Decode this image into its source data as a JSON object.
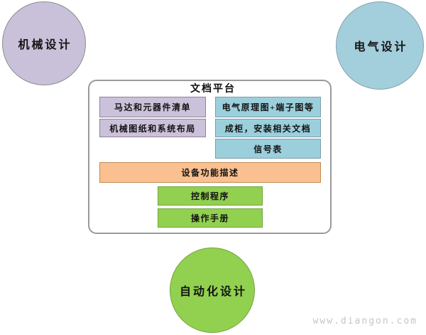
{
  "circles": {
    "mechanical": {
      "label": "机械设计",
      "fill": "#c9c1da"
    },
    "electrical": {
      "label": "电气设计",
      "fill": "#a3cedb"
    },
    "automation": {
      "label": "自动化设计",
      "fill": "#92d050"
    }
  },
  "platform": {
    "title": "文档平台",
    "mechanical_docs": [
      {
        "label": "马达和元器件清单",
        "fill": "#ccc1da"
      },
      {
        "label": "机械图纸和系统布局",
        "fill": "#ccc1da"
      }
    ],
    "electrical_docs": [
      {
        "label": "电气原理图+端子图等",
        "fill": "#9bcfdc"
      },
      {
        "label": "成柜，安装相关文档",
        "fill": "#9bcfdc"
      },
      {
        "label": "信号表",
        "fill": "#9bcfdc"
      }
    ],
    "shared_doc": {
      "label": "设备功能描述",
      "fill": "#fac090"
    },
    "automation_docs": [
      {
        "label": "控制程序",
        "fill": "#92d050"
      },
      {
        "label": "操作手册",
        "fill": "#92d050"
      }
    ]
  },
  "watermark": {
    "text": "www.diangon.com",
    "color": "#c6c6c6"
  }
}
